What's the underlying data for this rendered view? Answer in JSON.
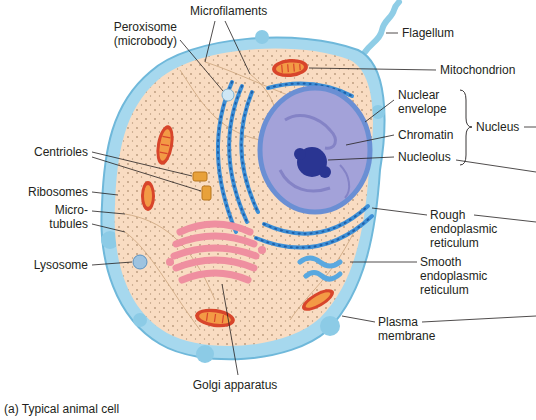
{
  "diagram": {
    "caption": "(a) Typical animal cell",
    "labels": [
      "Microfilaments",
      "Peroxisome (microbody)",
      "Flagellum",
      "Mitochondrion",
      "Nuclear envelope",
      "Chromatin",
      "Nucleus",
      "Nucleolus",
      "Centrioles",
      "Ribosomes",
      "Micro- tubules",
      "Lysosome",
      "Rough endoplasmic reticulum",
      "Smooth endoplasmic reticulum",
      "Plasma membrane",
      "Golgi apparatus"
    ]
  }
}
